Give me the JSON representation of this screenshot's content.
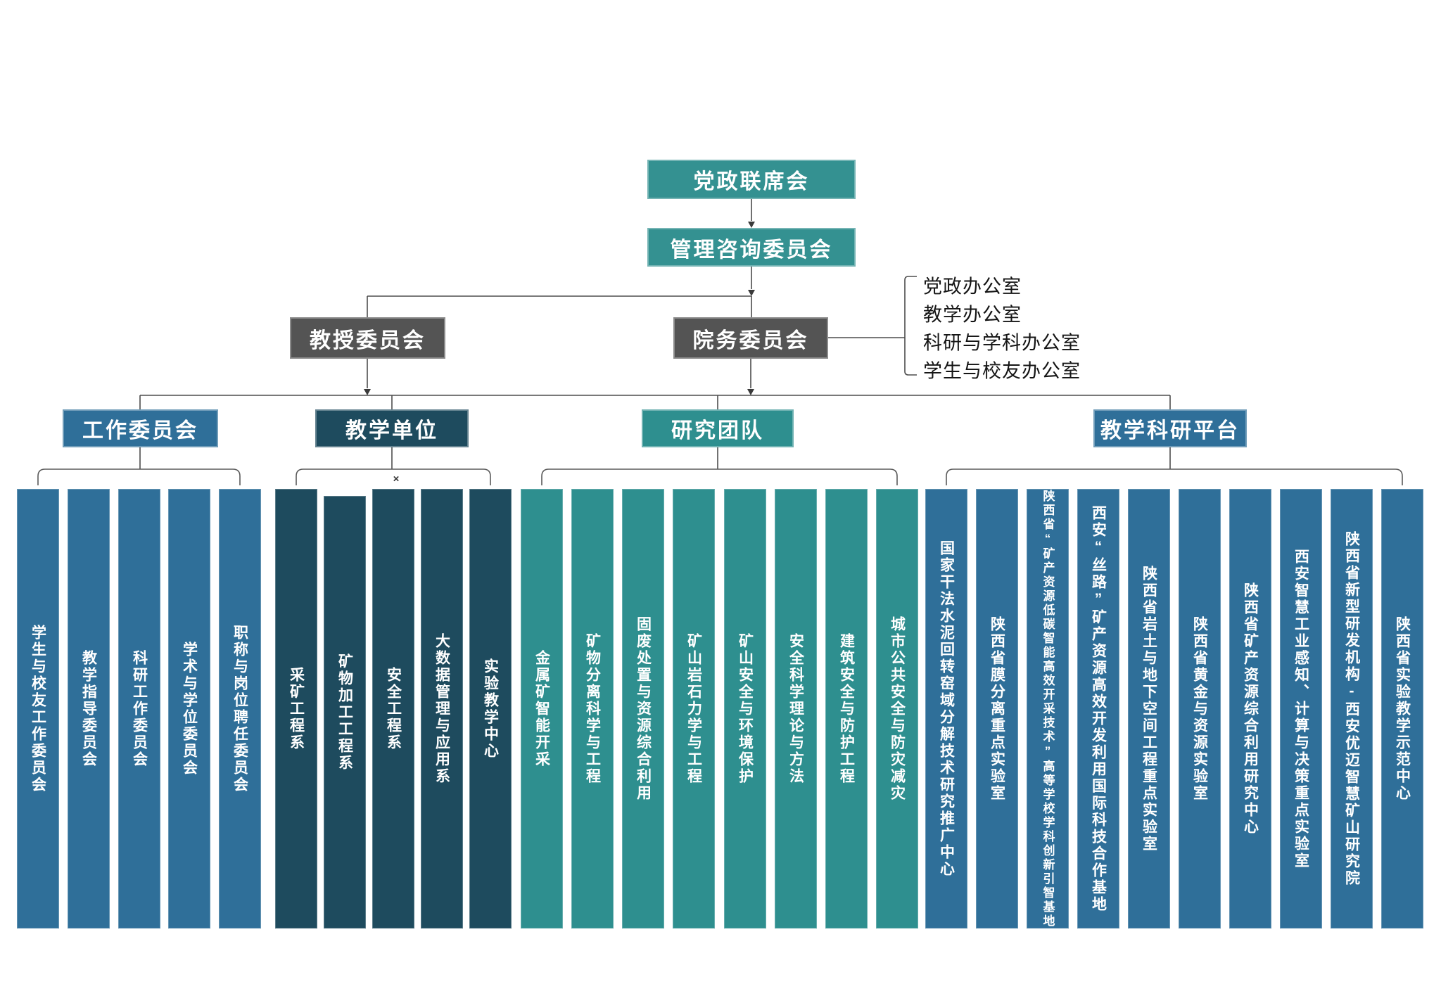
{
  "chart": {
    "title_note": "×",
    "top_boxes": [
      {
        "id": "party-gov-joint-meeting",
        "label": "党政联席会",
        "color": "#349191"
      },
      {
        "id": "management-advisory",
        "label": "管理咨询委员会",
        "color": "#349191"
      },
      {
        "id": "professor-committee",
        "label": "教授委员会",
        "color": "#545454"
      },
      {
        "id": "college-affairs-committee",
        "label": "院务委员会",
        "color": "#545454"
      }
    ],
    "offices": [
      "党政办公室",
      "教学办公室",
      "科研与学科办公室",
      "学生与校友办公室"
    ],
    "groups": [
      {
        "label": "工作委员会",
        "header_color": "#2F6F99",
        "column_color": "#2F6F99",
        "columns": [
          "学生与校友工作委员会",
          "教学指导委员会",
          "科研工作委员会",
          "学术与学位委员会",
          "职称与岗位聘任委员会"
        ]
      },
      {
        "label": "教学单位",
        "header_color": "#1E4B5E",
        "column_color": "#1E4B5E",
        "columns": [
          "采矿工程系",
          "矿物加工工程系",
          "安全工程系",
          "大数据管理与应用系",
          "实验教学中心"
        ]
      },
      {
        "label": "研究团队",
        "header_color": "#2E8F8F",
        "column_color": "#2E8F8F",
        "columns": [
          "金属矿智能开采",
          "矿物分离科学与工程",
          "固废处置与资源综合利用",
          "矿山岩石力学与工程",
          "矿山安全与环境保护",
          "安全科学理论与方法",
          "建筑安全与防护工程",
          "城市公共安全与防灾减灾"
        ]
      },
      {
        "label": "教学科研平台",
        "header_color": "#2F6F99",
        "column_color": "#2F6F99",
        "columns": [
          "国家干法水泥回转窑域分解技术研究推广中心",
          "陕西省膜分离重点实验室",
          "陕西省“矿产资源低碳智能高效开采技术”高等学校学科创新引智基地",
          "西安“丝路”矿产资源高效开发利用国际科技合作基地",
          "陕西省岩土与地下空间工程重点实验室",
          "陕西省黄金与资源实验室",
          "陕西省矿产资源综合利用研究中心",
          "西安智慧工业感知、计算与决策重点实验室",
          "陕西省新型研发机构-西安优迈智慧矿山研究院",
          "陕西省实验教学示范中心"
        ]
      }
    ],
    "line_color": "#4d4d4d"
  }
}
